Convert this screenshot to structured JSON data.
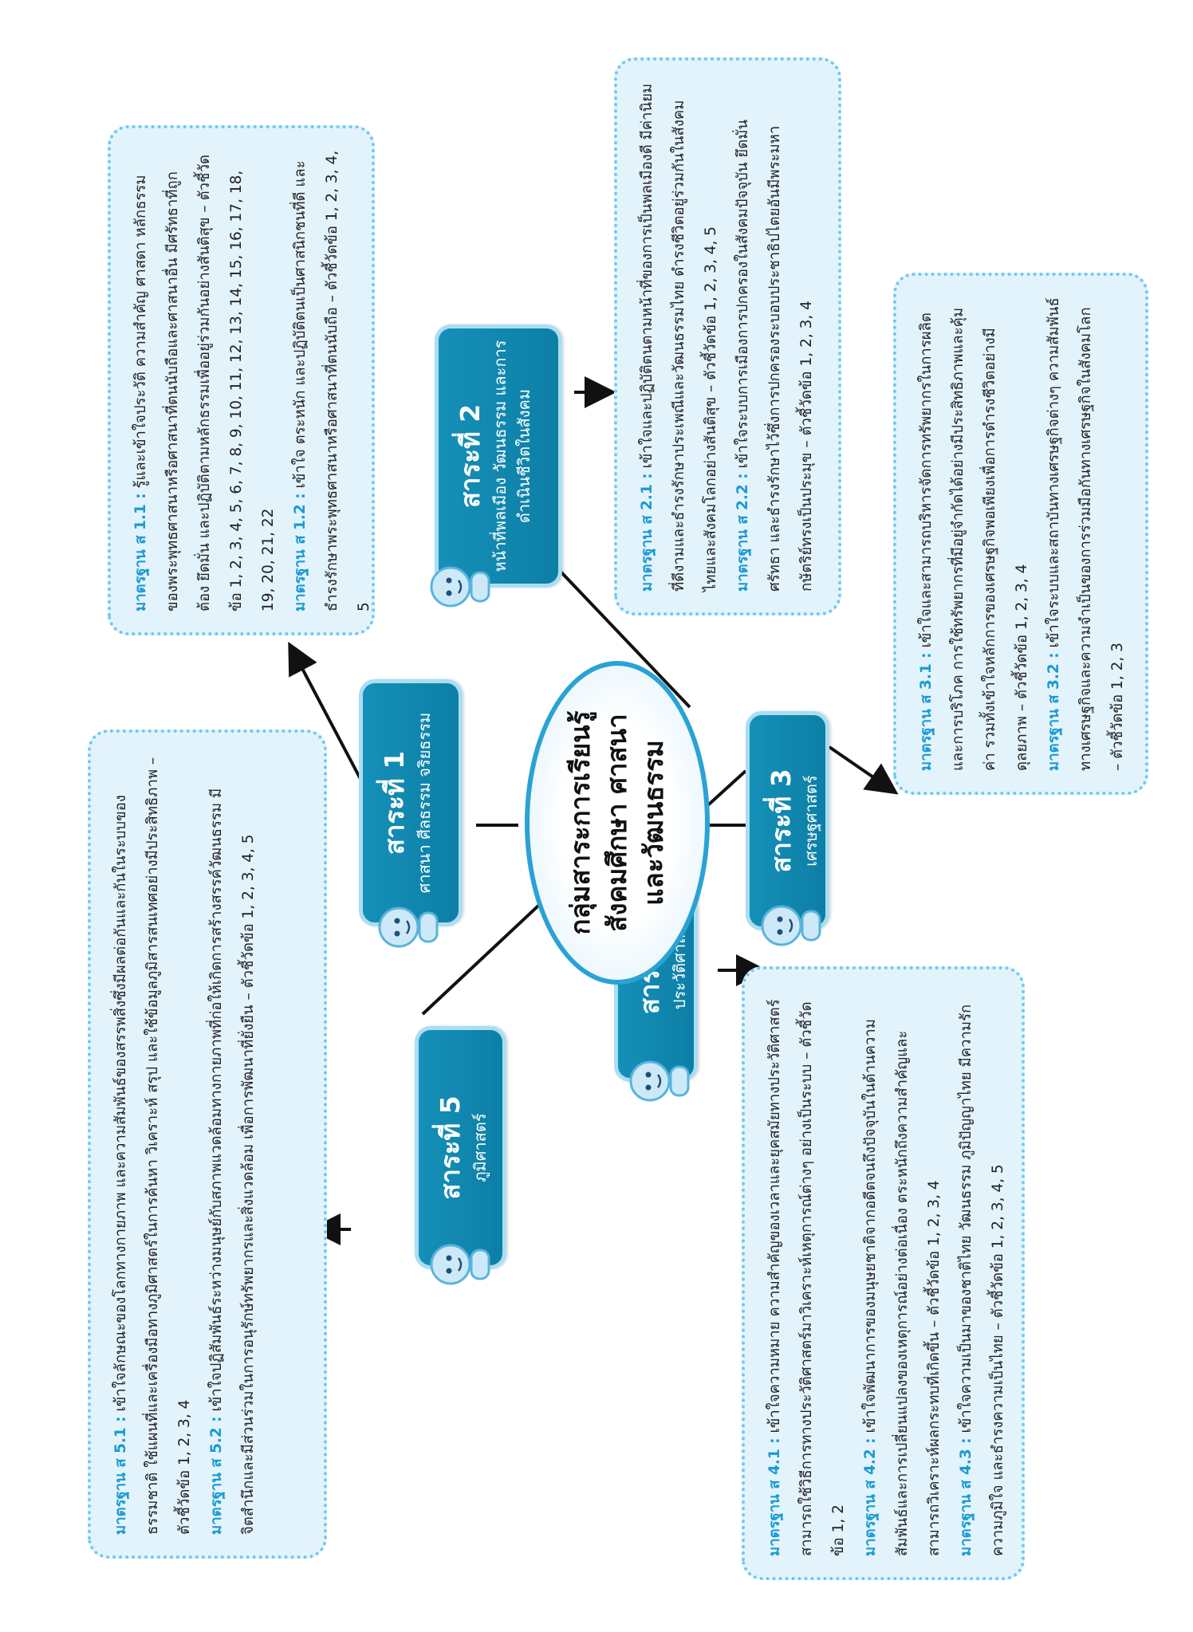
{
  "center": {
    "line1": "กลุ่มสาระการเรียนรู้",
    "line2": "สังคมศึกษา ศาสนา",
    "line3": "และวัฒนธรรม"
  },
  "strands": [
    {
      "title": "สาระที่ 1",
      "subtitle": "ศาสนา ศีลธรรม จริยธรรม"
    },
    {
      "title": "สาระที่ 2",
      "subtitle": "หน้าที่พลเมือง วัฒนธรรม และการดำเนินชีวิตในสังคม"
    },
    {
      "title": "สาระที่ 3",
      "subtitle": "เศรษฐศาสตร์"
    },
    {
      "title": "สาระที่ 4",
      "subtitle": "ประวัติศาสตร์"
    },
    {
      "title": "สาระที่ 5",
      "subtitle": "ภูมิศาสตร์"
    }
  ],
  "standards": {
    "s1": [
      {
        "label": "มาตรฐาน ส 1.1 :",
        "text": "รู้และเข้าใจประวัติ ความสำคัญ ศาสดา หลักธรรมของพระพุทธศาสนาหรือศาสนาที่ตนนับถือและศาสนาอื่น มีศรัทธาที่ถูกต้อง ยึดมั่น และปฏิบัติตามหลักธรรมเพื่ออยู่ร่วมกันอย่างสันติสุข – ตัวชี้วัดข้อ 1, 2, 3, 4, 5, 6, 7, 8, 9, 10, 11, 12, 13, 14, 15, 16, 17, 18, 19, 20, 21, 22"
      },
      {
        "label": "มาตรฐาน ส 1.2 :",
        "text": "เข้าใจ ตระหนัก และปฏิบัติตนเป็นศาสนิกชนที่ดี และธำรงรักษาพระพุทธศาสนาหรือศาสนาที่ตนนับถือ – ตัวชี้วัดข้อ 1, 2, 3, 4, 5"
      }
    ],
    "s2": [
      {
        "label": "มาตรฐาน ส 2.1 :",
        "text": "เข้าใจและปฏิบัติตนตามหน้าที่ของการเป็นพลเมืองดี มีค่านิยมที่ดีงามและธำรงรักษาประเพณีและวัฒนธรรมไทย ดำรงชีวิตอยู่ร่วมกันในสังคมไทยและสังคมโลกอย่างสันติสุข – ตัวชี้วัดข้อ 1, 2, 3, 4, 5"
      },
      {
        "label": "มาตรฐาน ส 2.2 :",
        "text": "เข้าใจระบบการเมืองการปกครองในสังคมปัจจุบัน ยึดมั่น ศรัทธา และธำรงรักษาไว้ซึ่งการปกครองระบอบประชาธิปไตยอันมีพระมหากษัตริย์ทรงเป็นประมุข – ตัวชี้วัดข้อ 1, 2, 3, 4"
      }
    ],
    "s3": [
      {
        "label": "มาตรฐาน ส 3.1 :",
        "text": "เข้าใจและสามารถบริหารจัดการทรัพยากรในการผลิตและการบริโภค การใช้ทรัพยากรที่มีอยู่จำกัดได้อย่างมีประสิทธิภาพและคุ้มค่า รวมทั้งเข้าใจหลักการของเศรษฐกิจพอเพียงเพื่อการดำรงชีวิตอย่างมีดุลยภาพ – ตัวชี้วัดข้อ 1, 2, 3, 4"
      },
      {
        "label": "มาตรฐาน ส 3.2 :",
        "text": "เข้าใจระบบและสถาบันทางเศรษฐกิจต่างๆ ความสัมพันธ์ทางเศรษฐกิจและความจำเป็นของการร่วมมือกันทางเศรษฐกิจในสังคมโลก – ตัวชี้วัดข้อ 1, 2, 3"
      }
    ],
    "s4": [
      {
        "label": "มาตรฐาน ส 4.1 :",
        "text": "เข้าใจความหมาย ความสำคัญของเวลาและยุคสมัยทางประวัติศาสตร์ สามารถใช้วิธีการทางประวัติศาสตร์มาวิเคราะห์เหตุการณ์ต่างๆ อย่างเป็นระบบ – ตัวชี้วัดข้อ 1, 2"
      },
      {
        "label": "มาตรฐาน ส 4.2 :",
        "text": "เข้าใจพัฒนาการของมนุษยชาติจากอดีตจนถึงปัจจุบันในด้านความสัมพันธ์และการเปลี่ยนแปลงของเหตุการณ์อย่างต่อเนื่อง ตระหนักถึงความสำคัญและสามารถวิเคราะห์ผลกระทบที่เกิดขึ้น – ตัวชี้วัดข้อ 1, 2, 3, 4"
      },
      {
        "label": "มาตรฐาน ส 4.3 :",
        "text": "เข้าใจความเป็นมาของชาติไทย วัฒนธรรม ภูมิปัญญาไทย มีความรัก ความภูมิใจ และธำรงความเป็นไทย – ตัวชี้วัดข้อ 1, 2, 3, 4, 5"
      }
    ],
    "s5": [
      {
        "label": "มาตรฐาน ส 5.1 :",
        "text": "เข้าใจลักษณะของโลกทางกายภาพ และความสัมพันธ์ของสรรพสิ่งซึ่งมีผลต่อกันและกันในระบบของธรรมชาติ ใช้แผนที่และเครื่องมือทางภูมิศาสตร์ในการค้นหา วิเคราะห์ สรุป และใช้ข้อมูลภูมิสารสนเทศอย่างมีประสิทธิภาพ – ตัวชี้วัดข้อ 1, 2, 3, 4"
      },
      {
        "label": "มาตรฐาน ส 5.2 :",
        "text": "เข้าใจปฏิสัมพันธ์ระหว่างมนุษย์กับสภาพแวดล้อมทางกายภาพที่ก่อให้เกิดการสร้างสรรค์วัฒนธรรม มีจิตสำนึกและมีส่วนร่วมในการอนุรักษ์ทรัพยากรและสิ่งแวดล้อม เพื่อการพัฒนาที่ยั่งยืน – ตัวชี้วัดข้อ 1, 2, 3, 4, 5"
      }
    ]
  },
  "colors": {
    "strand_fill": "#1590b8",
    "box_fill": "#e3f3fc",
    "box_border": "#6ec9ee",
    "label_blue": "#1b9ad3",
    "ellipse_border": "#2aa2d4"
  },
  "icons": {
    "mascot": "mascot-icon"
  }
}
